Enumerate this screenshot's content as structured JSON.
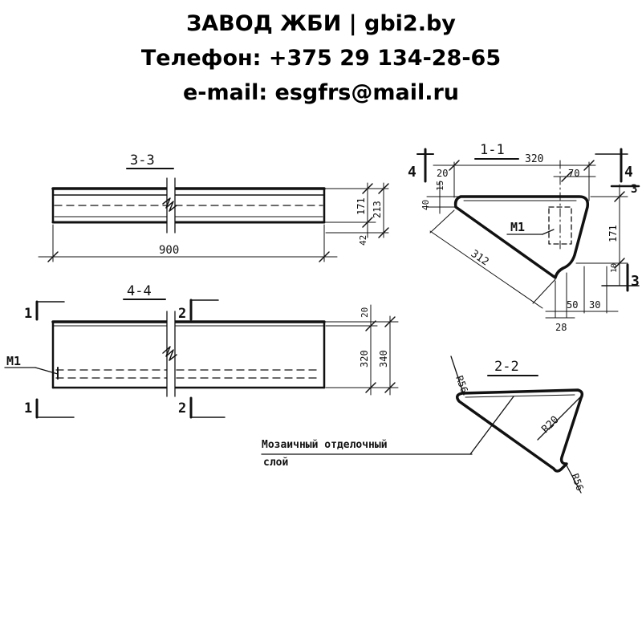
{
  "header": {
    "line1": "ЗАВОД ЖБИ | gbi2.by",
    "line2": "Телефон: +375 29 134-28-65",
    "line3": "e-mail: esgfrs@mail.ru"
  },
  "views": {
    "section_3_3": {
      "title": "3-3",
      "dim_length": "900",
      "dim_171": "171",
      "dim_213": "213",
      "dim_42": "42"
    },
    "section_4_4": {
      "title": "4-4",
      "mark_1_top": "1",
      "mark_1_bottom": "1",
      "mark_2_top": "2",
      "mark_2_bottom": "2",
      "label_m1": "М1",
      "dim_20": "20",
      "dim_320": "320",
      "dim_340": "340"
    },
    "section_1_1": {
      "title": "1-1",
      "mark_4_left": "4",
      "mark_4_right": "4",
      "mark_3_right_top": "3",
      "mark_3_right_bottom": "3",
      "label_m1": "М1",
      "dim_320": "320",
      "dim_20": "20",
      "dim_70": "70",
      "dim_15": "15",
      "dim_40": "40",
      "dim_171": "171",
      "dim_312": "312",
      "dim_10": "10",
      "dim_50": "50",
      "dim_30": "30",
      "dim_28": "28"
    },
    "section_2_2": {
      "title": "2-2",
      "label_r56_top": "R56",
      "label_r20": "R20",
      "label_r56_bottom": "R56"
    },
    "mosaic_label": {
      "line1": "Мозаичный отделочный",
      "line2": "слой"
    }
  }
}
